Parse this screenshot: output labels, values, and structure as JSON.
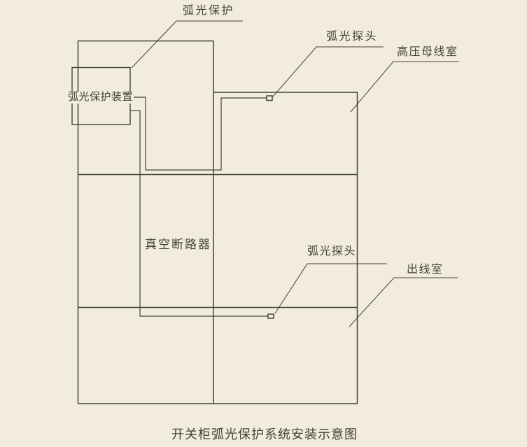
{
  "colors": {
    "background": "#f2ecdc",
    "line": "#45413a",
    "text": "#45413a"
  },
  "diagram": {
    "caption": "开关柜弧光保护系统安装示意图",
    "labels": {
      "arc_protection": "弧光保护",
      "arc_sensor_top": "弧光探头",
      "hv_busbar_room": "高压母线室",
      "protection_device": "弧光保护装置",
      "vacuum_breaker": "真空断路器",
      "arc_sensor_bottom": "弧光探头",
      "outgoing_room": "出线室"
    }
  }
}
